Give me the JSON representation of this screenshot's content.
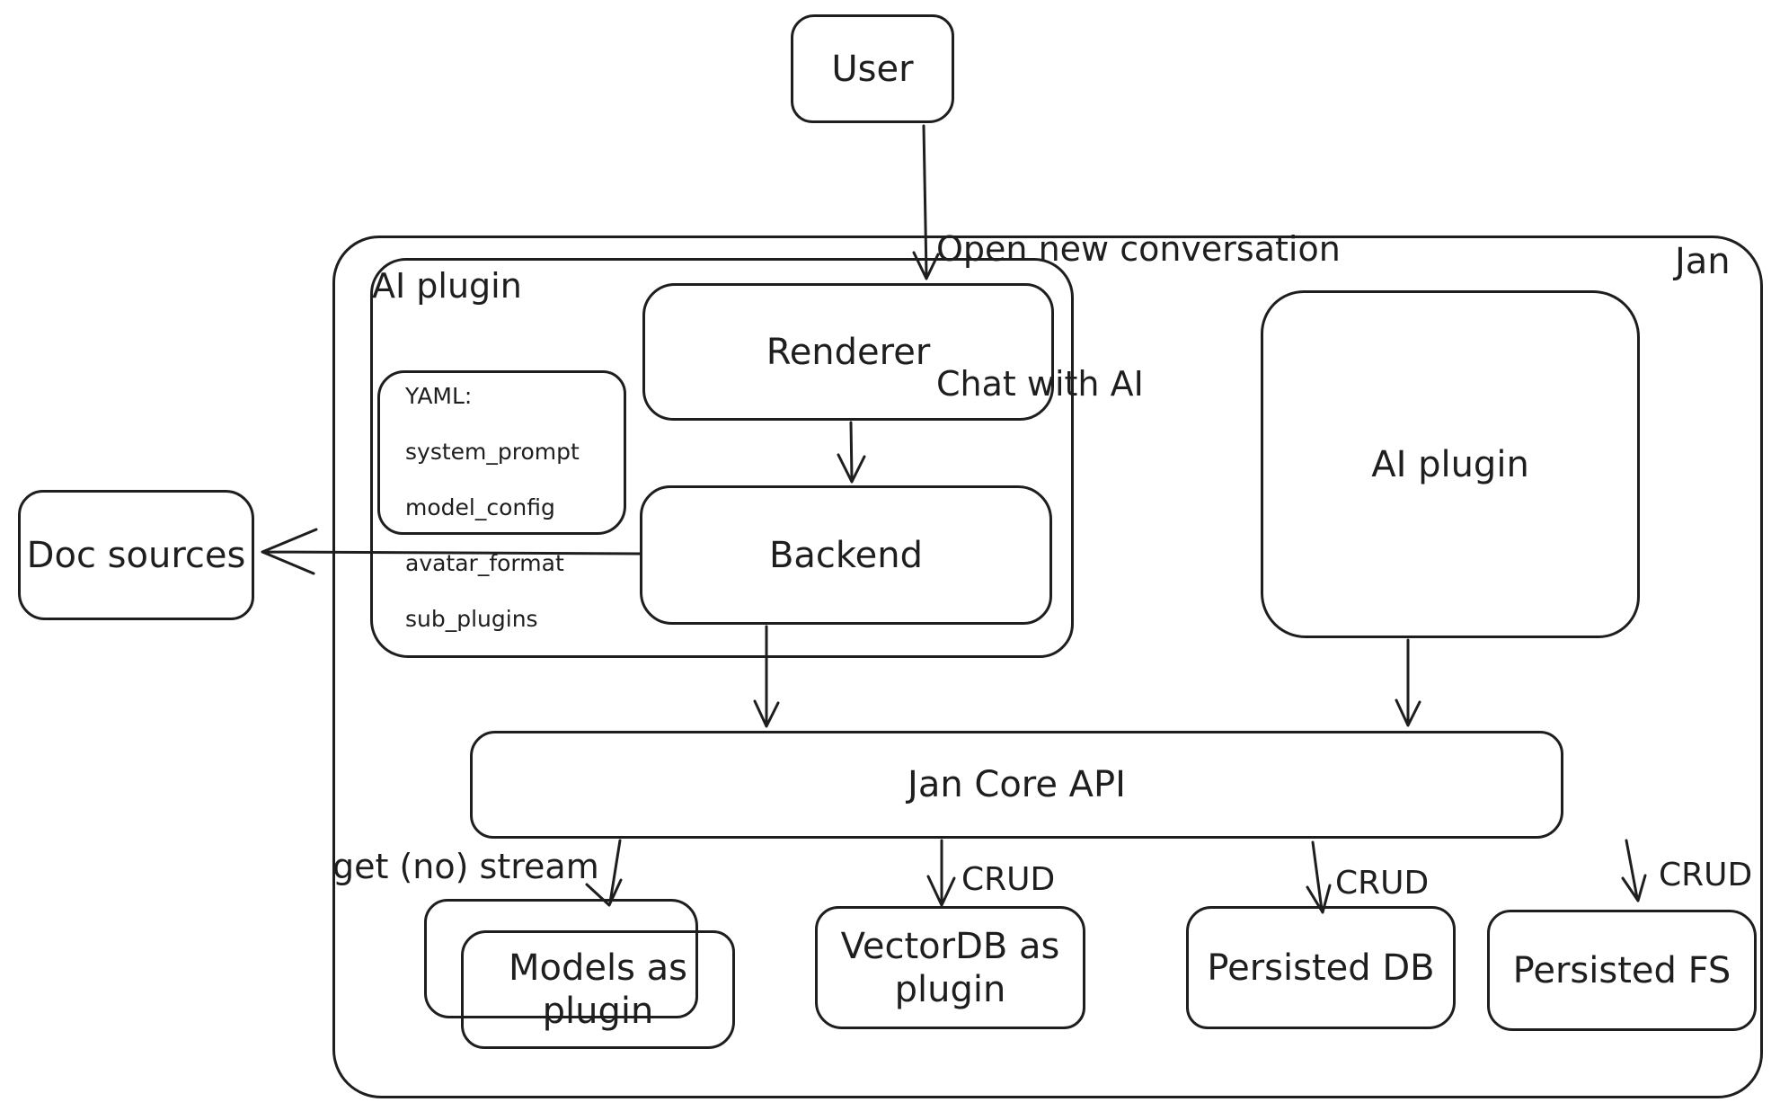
{
  "colors": {
    "stroke": "#1e1e1e",
    "background": "#ffffff"
  },
  "nodes": {
    "user": "User",
    "renderer": "Renderer",
    "backend": "Backend",
    "doc_sources": "Doc sources",
    "ai_plugin_container_label": "AI plugin",
    "ai_plugin_right": "AI plugin",
    "jan_container_label": "Jan",
    "jan_core_api": "Jan Core API",
    "models_as_plugin": "Models as plugin",
    "vectordb_as_plugin": "VectorDB as plugin",
    "persisted_db": "Persisted DB",
    "persisted_fs": "Persisted FS"
  },
  "yaml_note": {
    "lines": [
      "YAML:",
      "system_prompt",
      "model_config",
      "avatar_format",
      "sub_plugins"
    ]
  },
  "edge_labels": {
    "user_to_renderer_line1": "Open new conversation",
    "user_to_renderer_line2": "Chat with AI",
    "get_no_stream": "get (no) stream",
    "crud_vectordb": "CRUD",
    "crud_persisted_db": "CRUD",
    "crud_persisted_fs": "CRUD"
  }
}
